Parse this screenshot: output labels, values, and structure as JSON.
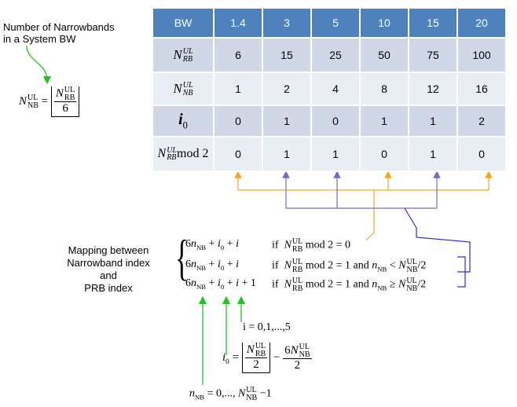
{
  "narrowband_caption": [
    "Number of Narrowbands",
    "in a System BW"
  ],
  "mapping_caption": [
    "Mapping between",
    "Narrowband index",
    "and",
    "PRB index"
  ],
  "table": {
    "header_label": "BW",
    "columns": [
      "1.4",
      "3",
      "5",
      "10",
      "15",
      "20"
    ],
    "rows": [
      {
        "base": "N",
        "sub": "RB",
        "sup": "UL",
        "suffix": "",
        "values": [
          "6",
          "15",
          "25",
          "50",
          "75",
          "100"
        ]
      },
      {
        "base": "N",
        "sub": "NB",
        "sup": "UL",
        "suffix": "",
        "values": [
          "1",
          "2",
          "4",
          "8",
          "12",
          "16"
        ]
      },
      {
        "base": "i",
        "sub": "0",
        "sup": "",
        "suffix": "",
        "values": [
          "0",
          "1",
          "0",
          "1",
          "1",
          "2"
        ]
      },
      {
        "base": "N",
        "sub": "RB",
        "sup": "UL",
        "suffix": "mod 2",
        "values": [
          "0",
          "1",
          "1",
          "0",
          "1",
          "0"
        ]
      }
    ]
  },
  "formula_nb": {
    "lhs_base": "N",
    "lhs_sub": "NB",
    "lhs_sup": "UL",
    "num_base": "N",
    "num_sub": "RB",
    "num_sup": "UL",
    "den": "6"
  },
  "piecewise": [
    {
      "expr": "6n",
      "cond": "if  N mod 2 = 0"
    },
    {
      "expr": "6n",
      "cond": "if  N mod 2 = 1 and n < N /2"
    },
    {
      "expr": "6n",
      "cond": "if  N mod 2 = 1 and n ≥ N /2"
    }
  ],
  "defs": {
    "i_range": "i = 0,1,...,5",
    "i0_def_den": "2",
    "i0_def_num2": "6N",
    "nnb_range": "= 0,..., N",
    "nnb_tail": "−1"
  },
  "colors": {
    "header_bg": "#4f81bd",
    "row_odd": "#d0d8e8",
    "row_even": "#e9edf4",
    "orange": "#f5a623",
    "purple": "#7b68c8",
    "blue": "#2b2bd1",
    "green": "#22c322"
  }
}
